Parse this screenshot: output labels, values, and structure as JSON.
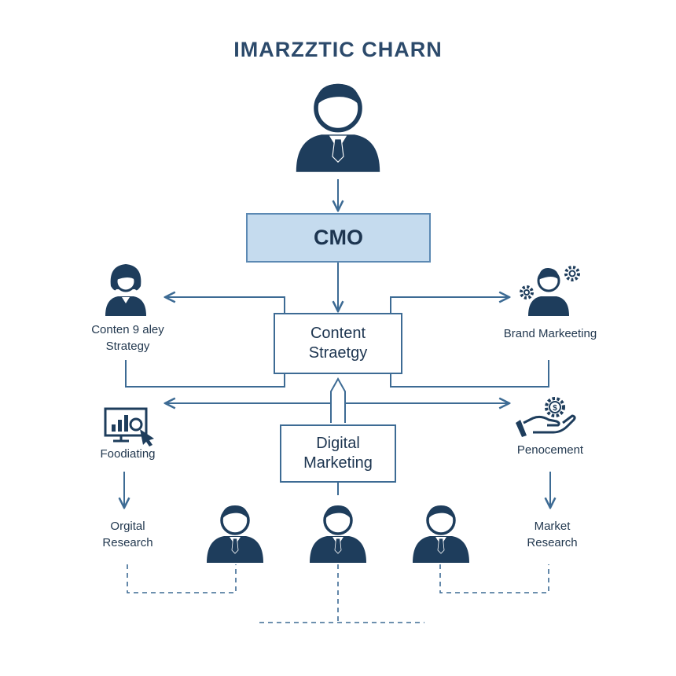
{
  "title": "IMARZZTIC CHARN",
  "colors": {
    "navy": "#1e3d5c",
    "line": "#3d6b94",
    "cmo_fill": "#c5dbee",
    "cmo_border": "#5c89b3",
    "title": "#2c4a6b"
  },
  "nodes": {
    "cmo": "CMO",
    "content_strategy": "Content\nStraetgy",
    "digital_marketing": "Digital\nMarketing"
  },
  "labels": {
    "content_left": "Conten 9 aley\nStrategy",
    "brand_marketing": "Brand Markeeting",
    "foodiating": "Foodiating",
    "penocement": "Penocement",
    "orgital_research": "Orgital\nResearch",
    "market_research": "Market\nResearch"
  },
  "icons": {
    "top": "executive-person-icon",
    "content_left": "woman-person-icon",
    "brand": "person-with-gears-icon",
    "foodiating": "analytics-monitor-icon",
    "penocement": "hand-dollar-gear-icon",
    "staff": [
      "team-member-icon",
      "team-member-icon",
      "team-member-icon"
    ]
  }
}
